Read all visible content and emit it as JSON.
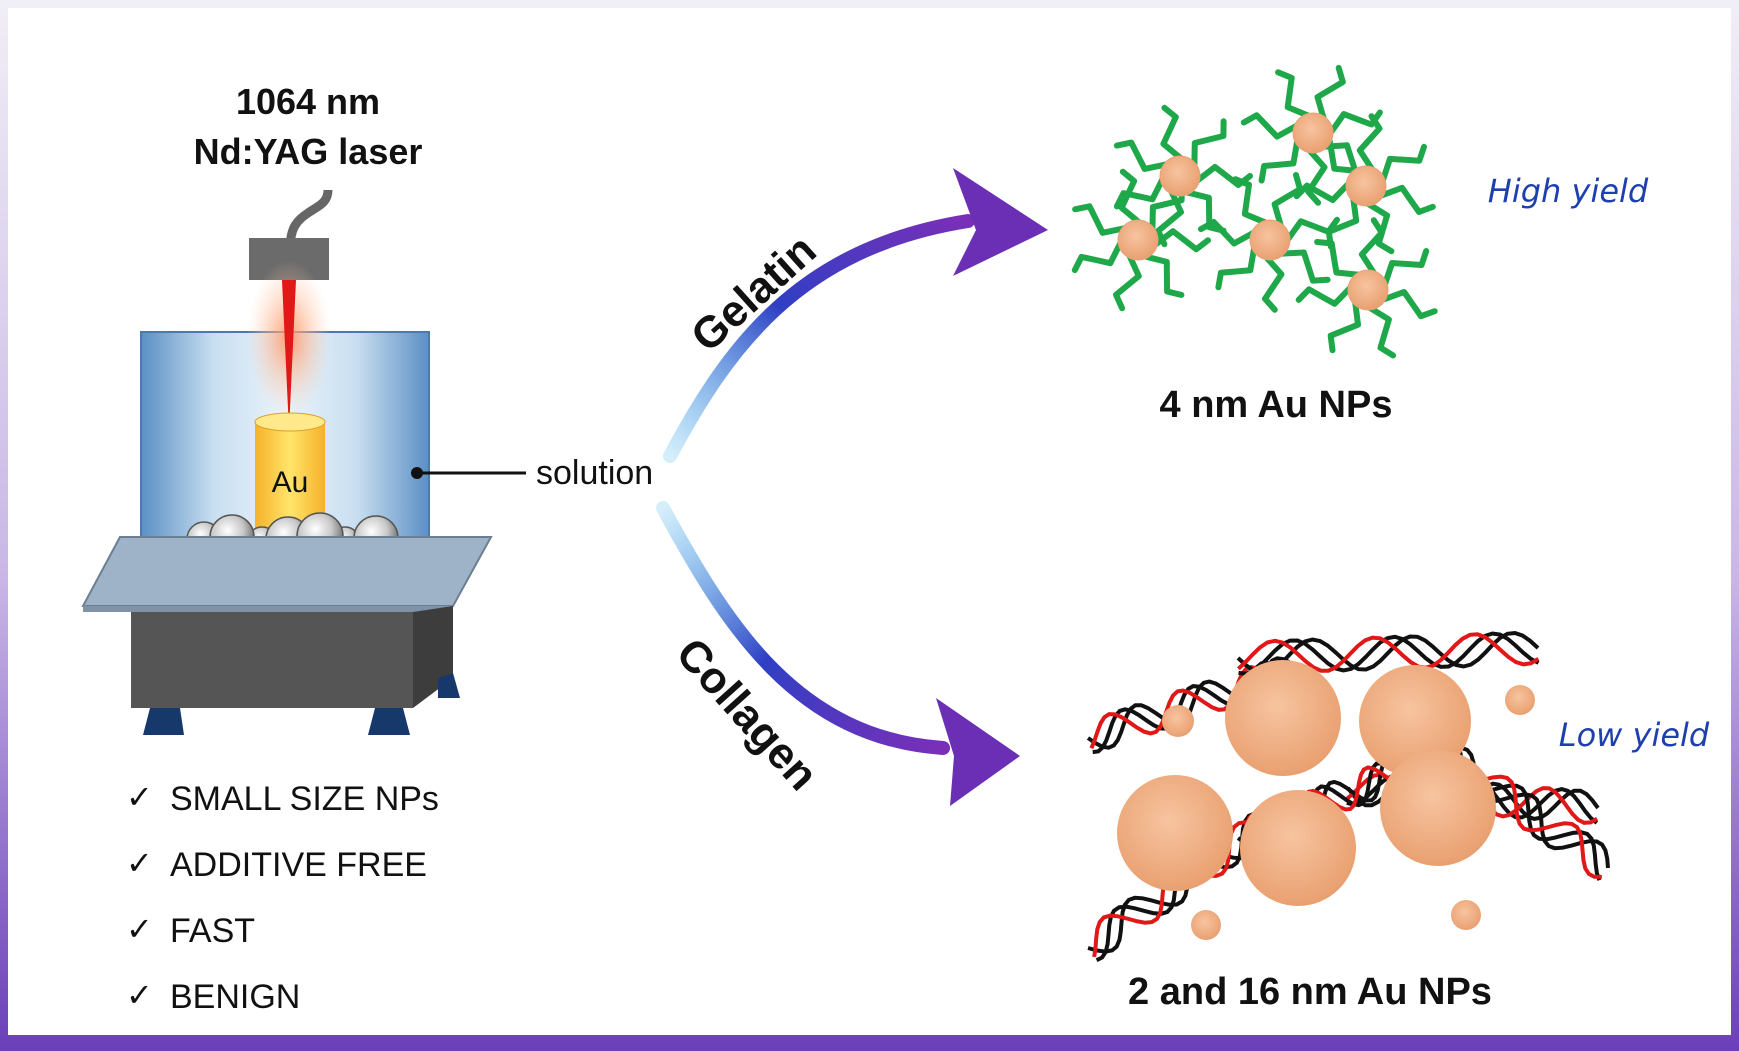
{
  "laser": {
    "line1": "1064 nm",
    "line2": "Nd:YAG laser"
  },
  "target_label": "Au",
  "solution_label": "solution",
  "path_top": {
    "label": "Gelatin",
    "result": "4 nm Au NPs",
    "yield": "High yield"
  },
  "path_bottom": {
    "label": "Collagen",
    "result": "2 and 16 nm Au NPs",
    "yield": "Low yield"
  },
  "features": [
    {
      "check": "✓",
      "text": "SMALL SIZE NPs"
    },
    {
      "check": "✓",
      "text": "ADDITIVE FREE"
    },
    {
      "check": "✓",
      "text": "FAST"
    },
    {
      "check": "✓",
      "text": "BENIGN"
    }
  ],
  "colors": {
    "arrow_start": "#2aa8e8",
    "arrow_mid": "#2f3fc4",
    "arrow_end": "#7a2fb8",
    "particle": "#f0b088",
    "gelatin_strand": "#1fa84a",
    "helix_black": "#111111",
    "helix_red": "#e01818",
    "yield_text": "#1e3fae"
  }
}
